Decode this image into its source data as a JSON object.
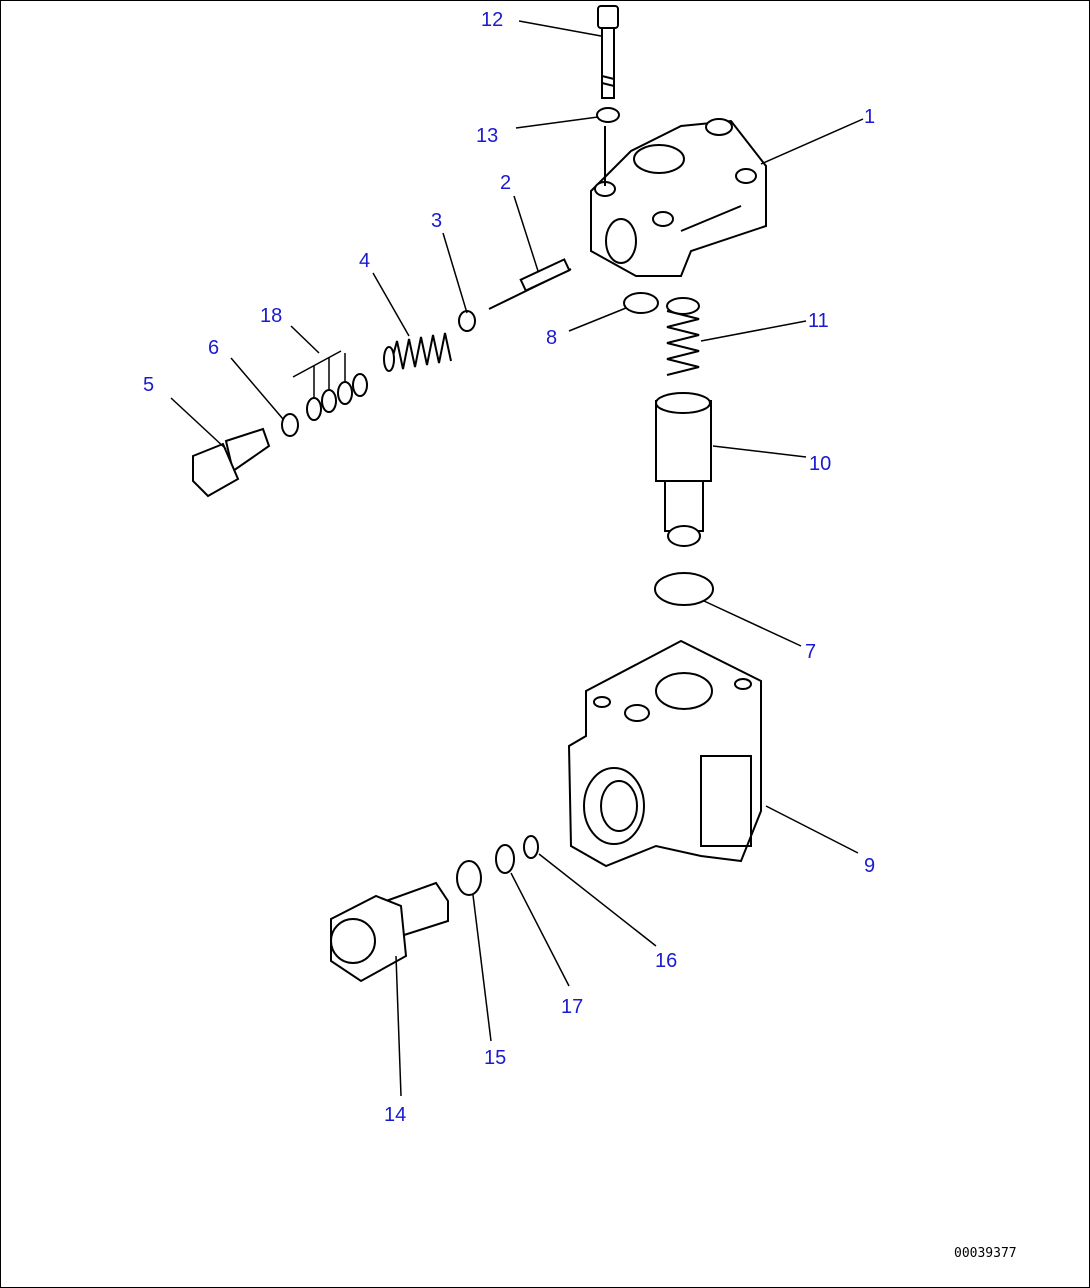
{
  "callouts": [
    {
      "id": "12",
      "label": "12"
    },
    {
      "id": "13",
      "label": "13"
    },
    {
      "id": "1",
      "label": "1"
    },
    {
      "id": "2",
      "label": "2"
    },
    {
      "id": "3",
      "label": "3"
    },
    {
      "id": "4",
      "label": "4"
    },
    {
      "id": "18",
      "label": "18"
    },
    {
      "id": "6",
      "label": "6"
    },
    {
      "id": "5",
      "label": "5"
    },
    {
      "id": "8",
      "label": "8"
    },
    {
      "id": "11",
      "label": "11"
    },
    {
      "id": "10",
      "label": "10"
    },
    {
      "id": "7",
      "label": "7"
    },
    {
      "id": "9",
      "label": "9"
    },
    {
      "id": "16",
      "label": "16"
    },
    {
      "id": "17",
      "label": "17"
    },
    {
      "id": "15",
      "label": "15"
    },
    {
      "id": "14",
      "label": "14"
    }
  ],
  "drawing_code": "00039377",
  "label_color": "#1a1ad0"
}
